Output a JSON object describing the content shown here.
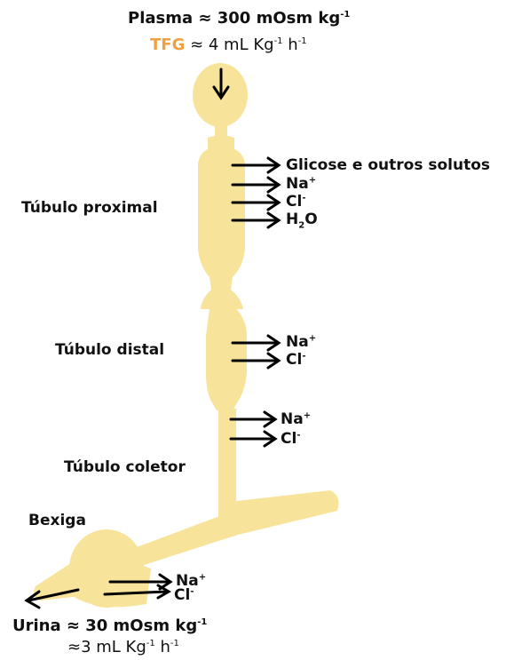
{
  "top": {
    "plasma_prefix": "Plasma ≈ 300 mOsm kg",
    "plasma_sup": "-1",
    "tfg_label": "TFG",
    "tfg_rest": " ≈ 4 mL Kg",
    "tfg_sup1": "-1",
    "tfg_h": " h",
    "tfg_sup2": "-1"
  },
  "labels": {
    "proximal": "Túbulo proximal",
    "distal": "Túbulo distal",
    "coletor": "Túbulo coletor",
    "bexiga": "Bexiga"
  },
  "proximal_outputs": {
    "glicose": "Glicose e outros solutos",
    "na": "Na",
    "na_sup": "+",
    "cl": "Cl",
    "cl_sup": "-",
    "h2o_h": "H",
    "h2o_sub": "2",
    "h2o_o": "O"
  },
  "distal_outputs": {
    "na": "Na",
    "na_sup": "+",
    "cl": "Cl",
    "cl_sup": "-"
  },
  "coletor_outputs": {
    "na": "Na",
    "na_sup": "+",
    "cl": "Cl",
    "cl_sup": "-"
  },
  "bexiga_outputs": {
    "na": "Na",
    "na_sup": "+",
    "cl": "Cl",
    "cl_sup": "-"
  },
  "bottom": {
    "urina_prefix": "Urina ≈ 30 mOsm kg",
    "urina_sup": "-1",
    "flow_prefix": "≈3 mL Kg",
    "flow_sup1": "-1",
    "flow_h": " h",
    "flow_sup2": "-1"
  },
  "colors": {
    "tubule": "#f7e49a",
    "tfg": "#f0a040",
    "arrow": "#000000"
  }
}
